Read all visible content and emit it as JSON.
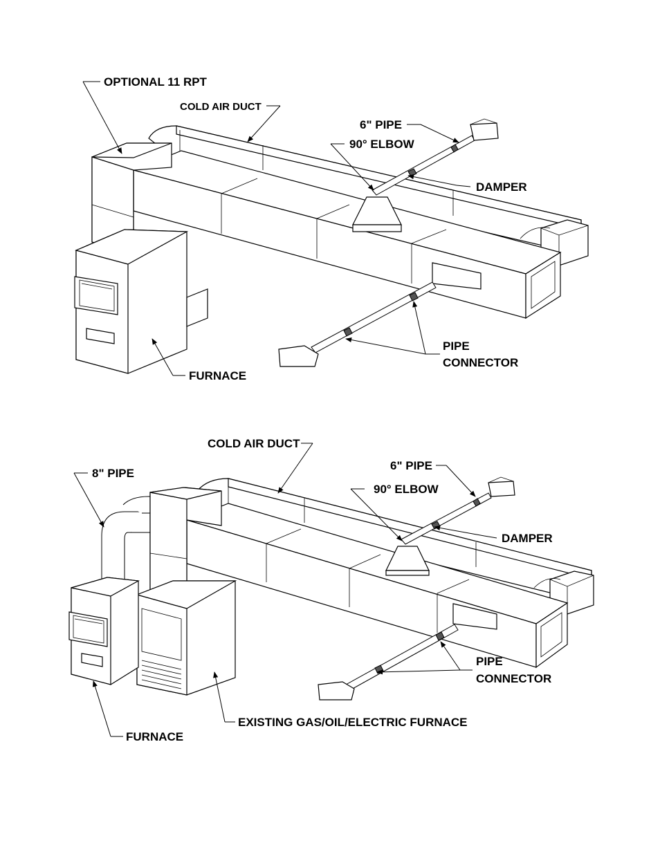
{
  "top_diagram": {
    "labels": {
      "optional": "OPTIONAL 11 RPT",
      "cold_air_duct": "COLD AIR DUCT",
      "six_pipe": "6\" PIPE",
      "elbow": "90° ELBOW",
      "damper": "DAMPER",
      "pipe_connector_1": "PIPE",
      "pipe_connector_2": "CONNECTOR",
      "furnace": "FURNACE"
    }
  },
  "bottom_diagram": {
    "labels": {
      "cold_air_duct": "COLD AIR DUCT",
      "eight_pipe": "8\" PIPE",
      "six_pipe": "6\" PIPE",
      "elbow": "90° ELBOW",
      "damper": "DAMPER",
      "pipe_connector_1": "PIPE",
      "pipe_connector_2": "CONNECTOR",
      "existing_furnace": "EXISTING GAS/OIL/ELECTRIC FURNACE",
      "furnace": "FURNACE"
    }
  }
}
